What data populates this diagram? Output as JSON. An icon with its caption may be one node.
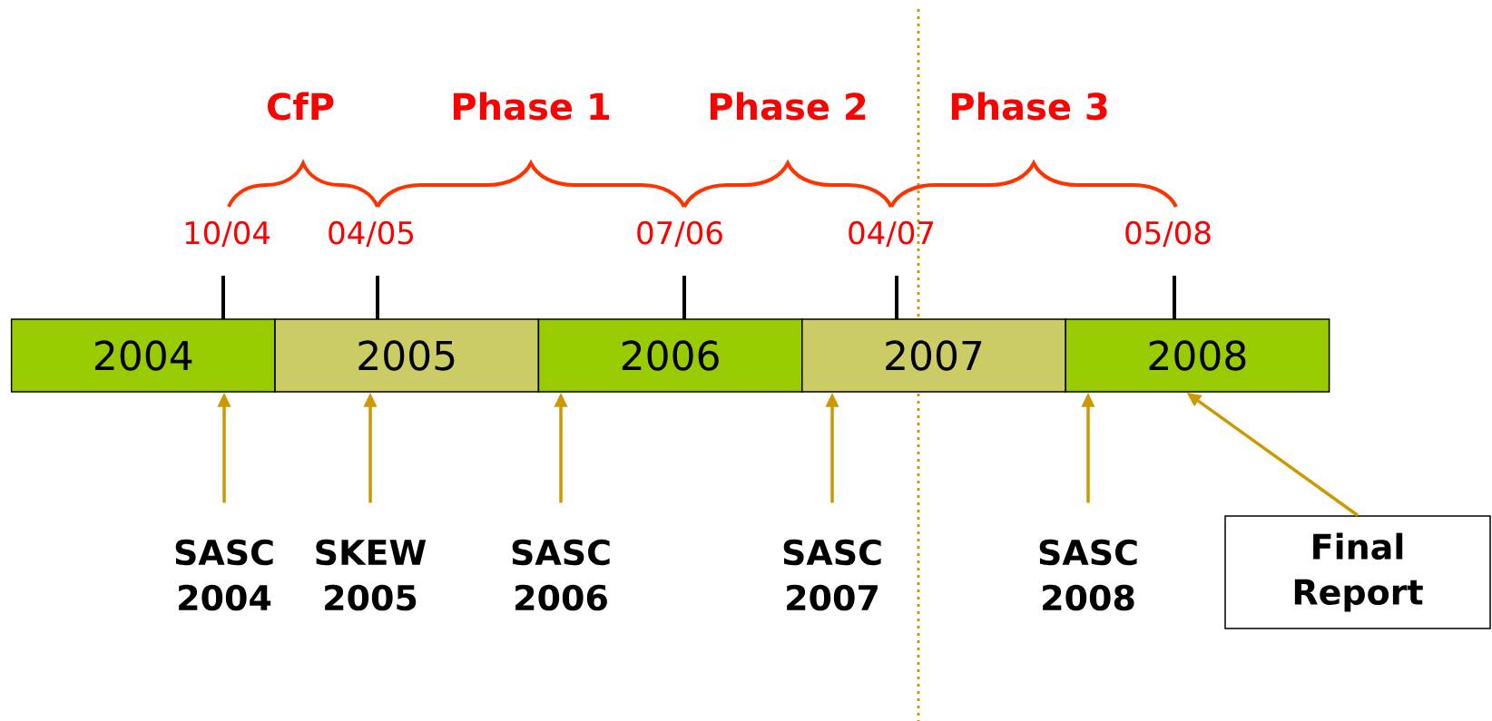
{
  "diagram": {
    "nodes": [
      {
        "text": [
          "2004"
        ]
      },
      {
        "text": [
          "2005"
        ]
      },
      {
        "text": [
          "2006"
        ]
      },
      {
        "text": [
          "2007"
        ]
      },
      {
        "text": [
          "2008"
        ]
      },
      {
        "text": [
          "SASC 2004"
        ]
      },
      {
        "text": [
          "SKEW 2005"
        ]
      },
      {
        "text": [
          "SASC 2006"
        ]
      },
      {
        "text": [
          "SASC 2007"
        ]
      },
      {
        "text": [
          "SASC 2008"
        ]
      },
      {
        "text": [
          "Final Report"
        ]
      }
    ],
    "edges": [
      {
        "from": 5,
        "to": 0,
        "arrow": "to"
      },
      {
        "from": 6,
        "to": 1,
        "arrow": "to"
      },
      {
        "from": 7,
        "to": 2,
        "arrow": "to"
      },
      {
        "from": 8,
        "to": 3,
        "arrow": "to"
      },
      {
        "from": 9,
        "to": 4,
        "arrow": "to"
      },
      {
        "from": 10,
        "to": 4,
        "arrow": "to"
      }
    ],
    "labels": [
      "CfP",
      "Phase 1",
      "Phase 2",
      "Phase 3",
      "10/04",
      "04/05",
      "07/06",
      "04/07",
      "05/08"
    ]
  }
}
